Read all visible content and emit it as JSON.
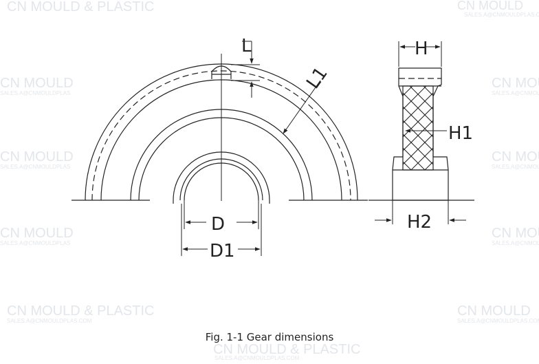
{
  "caption": "Fig. 1-1 Gear dimensions",
  "labels": {
    "L": "L",
    "L1": "L1",
    "H": "H",
    "H1": "H1",
    "H2": "H2",
    "D": "D",
    "D1": "D1"
  },
  "watermark": {
    "brand": "CN MOULD & PLASTIC",
    "brand_short": "CN MOULD",
    "email": "SALES.A@CNMOULDPLAS.COM",
    "email_short": "SALES.A@CNMOULDPLAS"
  },
  "colors": {
    "line": "#222222",
    "watermark": "#e3e6ea",
    "background": "#ffffff"
  }
}
